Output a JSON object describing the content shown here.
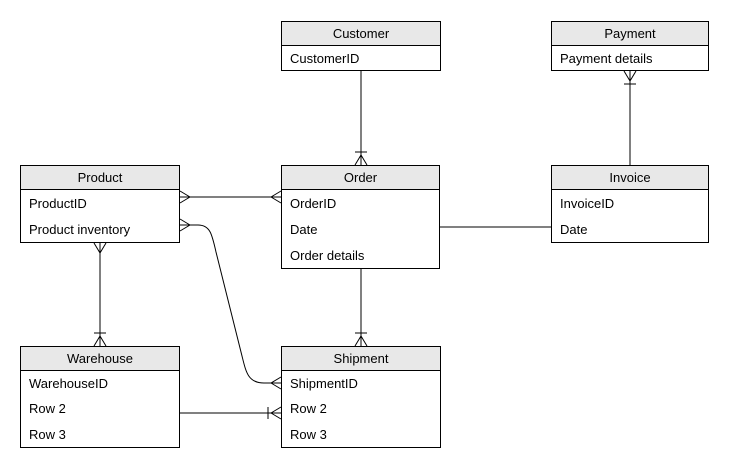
{
  "diagram_type": "entity-relationship",
  "notation": "crows-foot",
  "colors": {
    "header_fill": "#e8e8e8",
    "border": "#000000",
    "background": "#ffffff",
    "text": "#000000"
  },
  "entities": {
    "customer": {
      "title": "Customer",
      "rows": [
        "CustomerID"
      ]
    },
    "payment": {
      "title": "Payment",
      "rows": [
        "Payment details"
      ]
    },
    "product": {
      "title": "Product",
      "rows": [
        "ProductID",
        "Product inventory"
      ]
    },
    "order": {
      "title": "Order",
      "rows": [
        "OrderID",
        "Date",
        "Order details"
      ]
    },
    "invoice": {
      "title": "Invoice",
      "rows": [
        "InvoiceID",
        "Date"
      ]
    },
    "warehouse": {
      "title": "Warehouse",
      "rows": [
        "WarehouseID",
        "Row 2",
        "Row 3"
      ]
    },
    "shipment": {
      "title": "Shipment",
      "rows": [
        "ShipmentID",
        "Row 2",
        "Row 3"
      ]
    }
  },
  "relationships": [
    {
      "from": "Customer",
      "to": "Order",
      "from_end": "plain",
      "to_end": "one-or-many-crowsfoot"
    },
    {
      "from": "Invoice",
      "to": "Payment",
      "from_end": "plain",
      "to_end": "one-or-many-crowsfoot"
    },
    {
      "from": "Product",
      "to": "Order",
      "from_end": "many-crowsfoot",
      "to_end": "many-crowsfoot"
    },
    {
      "from": "Product",
      "to": "Shipment",
      "from_end": "many-crowsfoot",
      "to_end": "many-crowsfoot"
    },
    {
      "from": "Product",
      "to": "Warehouse",
      "from_end": "many-crowsfoot",
      "to_end": "one-or-many-crowsfoot"
    },
    {
      "from": "Order",
      "to": "Invoice",
      "from_end": "plain",
      "to_end": "plain"
    },
    {
      "from": "Order",
      "to": "Shipment",
      "from_end": "plain",
      "to_end": "one-or-many-crowsfoot"
    },
    {
      "from": "Warehouse",
      "to": "Shipment",
      "from_end": "plain",
      "to_end": "one-or-many-crowsfoot"
    }
  ]
}
